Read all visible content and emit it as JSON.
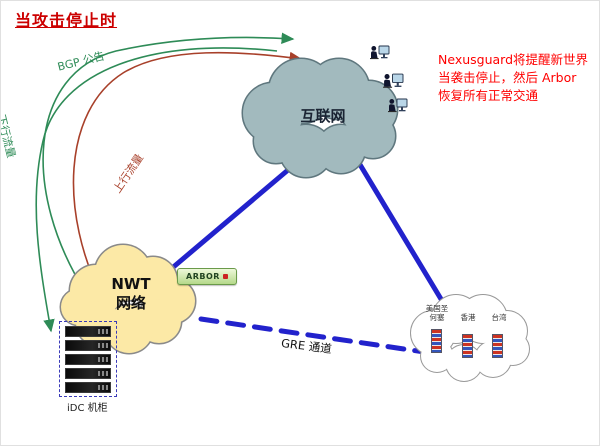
{
  "title": "当攻击停止时",
  "annotation": {
    "line1": "Nexusguard将提醒新世界",
    "line2": "当袭击停止，然后 Arbor",
    "line3": "恢复所有正常交通"
  },
  "flows": {
    "bgp": "BGP 公告",
    "downstream": "下行流量",
    "upstream": "上行流量",
    "gre": "GRE 通道"
  },
  "clouds": {
    "internet": "互联网",
    "nwt_line1": "NWT",
    "nwt_line2": "网络"
  },
  "sites": [
    {
      "line1": "美国圣",
      "line2": "何塞"
    },
    {
      "line1": "香港",
      "line2": ""
    },
    {
      "line1": "台湾",
      "line2": ""
    }
  ],
  "rack_label": "iDC 机柜",
  "arbor_badge": "ARBOR",
  "colors": {
    "title_red": "#cc0000",
    "annotation_red": "#ff0000",
    "flow_green": "#2e8b57",
    "flow_brown": "#a8402a",
    "link_blue": "#2222cc",
    "internet_cloud_fill": "#a2babe",
    "nwt_cloud_fill": "#fce9a6",
    "sites_cloud_fill": "#ffffff"
  }
}
